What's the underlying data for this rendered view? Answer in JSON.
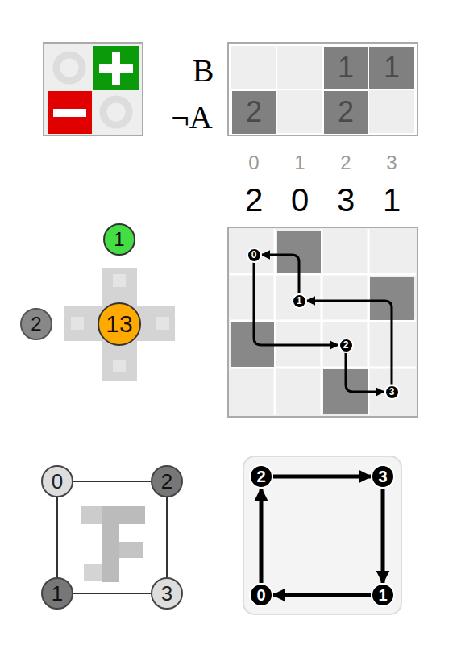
{
  "diagram": {
    "nodes": [
      {
        "text": [
          "1"
        ]
      },
      {
        "text": [
          "1"
        ]
      },
      {
        "text": [
          "2"
        ]
      },
      {
        "text": [
          "2"
        ]
      },
      {
        "text": [
          "1"
        ]
      },
      {
        "text": [
          "2"
        ]
      },
      {
        "text": [
          "13"
        ]
      },
      {
        "text": [
          "0"
        ]
      },
      {
        "text": [
          "1"
        ]
      },
      {
        "text": [
          "2"
        ]
      },
      {
        "text": [
          "3"
        ]
      },
      {
        "text": [
          "0"
        ]
      },
      {
        "text": [
          "2"
        ]
      },
      {
        "text": [
          "1"
        ]
      },
      {
        "text": [
          "3"
        ]
      },
      {
        "text": [
          "2"
        ]
      },
      {
        "text": [
          "3"
        ]
      },
      {
        "text": [
          "0"
        ]
      },
      {
        "text": [
          "1"
        ]
      }
    ],
    "edges": [
      {
        "from": 8,
        "to": 7,
        "arrow": "to"
      },
      {
        "from": 10,
        "to": 8,
        "arrow": "to"
      },
      {
        "from": 7,
        "to": 9,
        "arrow": "to"
      },
      {
        "from": 9,
        "to": 10,
        "arrow": "to"
      },
      {
        "from": 11,
        "to": 12,
        "arrow": "none"
      },
      {
        "from": 11,
        "to": 13,
        "arrow": "none"
      },
      {
        "from": 12,
        "to": 14,
        "arrow": "none"
      },
      {
        "from": 13,
        "to": 14,
        "arrow": "none"
      },
      {
        "from": 15,
        "to": 16,
        "arrow": "to"
      },
      {
        "from": 16,
        "to": 18,
        "arrow": "to"
      },
      {
        "from": 18,
        "to": 17,
        "arrow": "to"
      },
      {
        "from": 17,
        "to": 15,
        "arrow": "to"
      }
    ],
    "labels": [
      "B",
      "¬A",
      "0",
      "1",
      "2",
      "3",
      "2",
      "0",
      "3",
      "1"
    ]
  }
}
